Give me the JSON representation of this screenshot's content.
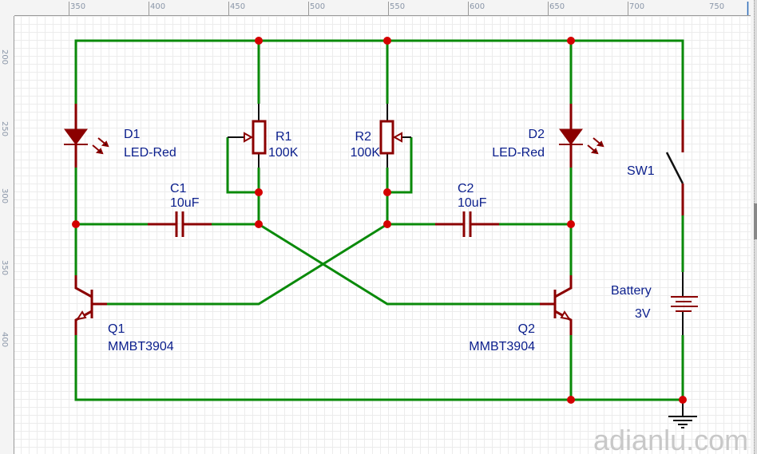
{
  "ruler": {
    "top_labels": [
      "350",
      "400",
      "450",
      "500",
      "550",
      "600",
      "650",
      "700",
      "750"
    ],
    "left_labels": [
      "200",
      "250",
      "300",
      "350",
      "400"
    ]
  },
  "components": {
    "D1": {
      "ref": "D1",
      "value": "LED-Red"
    },
    "D2": {
      "ref": "D2",
      "value": "LED-Red"
    },
    "R1": {
      "ref": "R1",
      "value": "100K"
    },
    "R2": {
      "ref": "R2",
      "value": "100K"
    },
    "C1": {
      "ref": "C1",
      "value": "10uF"
    },
    "C2": {
      "ref": "C2",
      "value": "10uF"
    },
    "Q1": {
      "ref": "Q1",
      "value": "MMBT3904"
    },
    "Q2": {
      "ref": "Q2",
      "value": "MMBT3904"
    },
    "SW1": {
      "ref": "SW1"
    },
    "Battery": {
      "ref": "Battery",
      "value": "3V"
    }
  },
  "watermark": "adianlu.com",
  "colors": {
    "wire": "#0a8a0a",
    "component": "#8b0000",
    "junction": "#d40000",
    "label": "#0a1e8c"
  }
}
